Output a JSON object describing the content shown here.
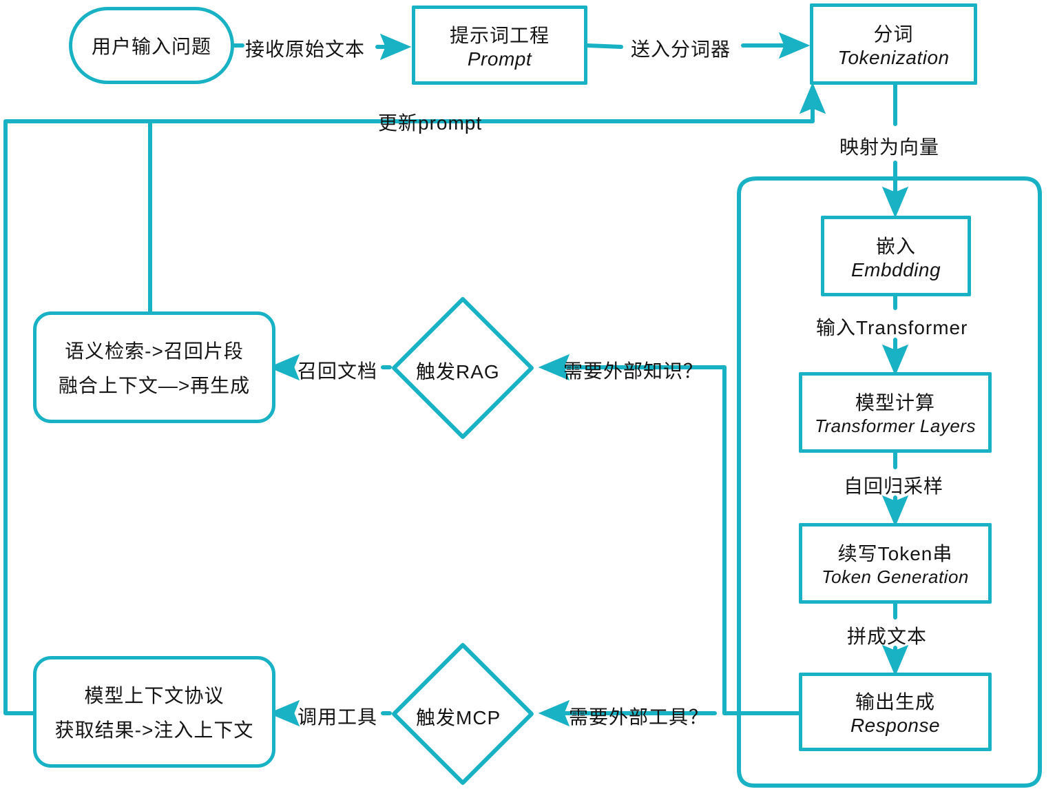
{
  "theme": {
    "stroke": "#18b2c4",
    "text": "#141414",
    "background": "#ffffff"
  },
  "diagram": {
    "type": "flowchart",
    "title": "LLM inference pipeline with RAG and MCP",
    "nodes": {
      "user_input": {
        "cn": "用户输入问题",
        "en": "",
        "shape": "stadium"
      },
      "prompt": {
        "cn": "提示词工程",
        "en": "Prompt",
        "shape": "rect"
      },
      "tokenization": {
        "cn": "分词",
        "en": "Tokenization",
        "shape": "rect"
      },
      "embedding": {
        "cn": "嵌入",
        "en": "Embdding",
        "shape": "rect"
      },
      "transformer": {
        "cn": "模型计算",
        "en": "Transformer Layers",
        "shape": "rect"
      },
      "token_gen": {
        "cn": "续写Token串",
        "en": "Token Generation",
        "shape": "rect"
      },
      "response": {
        "cn": "输出生成",
        "en": "Response",
        "shape": "rect"
      },
      "rag_decision": {
        "cn": "触发RAG",
        "en": "",
        "shape": "diamond"
      },
      "mcp_decision": {
        "cn": "触发MCP",
        "en": "",
        "shape": "diamond"
      },
      "rag_detail": {
        "line1": "语义检索->召回片段",
        "line2": "融合上下文—>再生成",
        "shape": "roundbox"
      },
      "mcp_detail": {
        "line1": "模型上下文协议",
        "line2": "获取结果->注入上下文",
        "shape": "roundbox"
      }
    },
    "edge_labels": {
      "receive_raw_text": "接收原始文本",
      "send_to_tokenizer": "送入分词器",
      "update_prompt": "更新prompt",
      "map_to_vector": "映射为向量",
      "input_transformer": "输入Transformer",
      "autoregressive": "自回归采样",
      "assemble_text": "拼成文本",
      "need_external_knowledge": "需要外部知识？",
      "recall_documents": "召回文档",
      "need_external_tools": "需要外部工具？",
      "call_tools": "调用工具"
    }
  }
}
